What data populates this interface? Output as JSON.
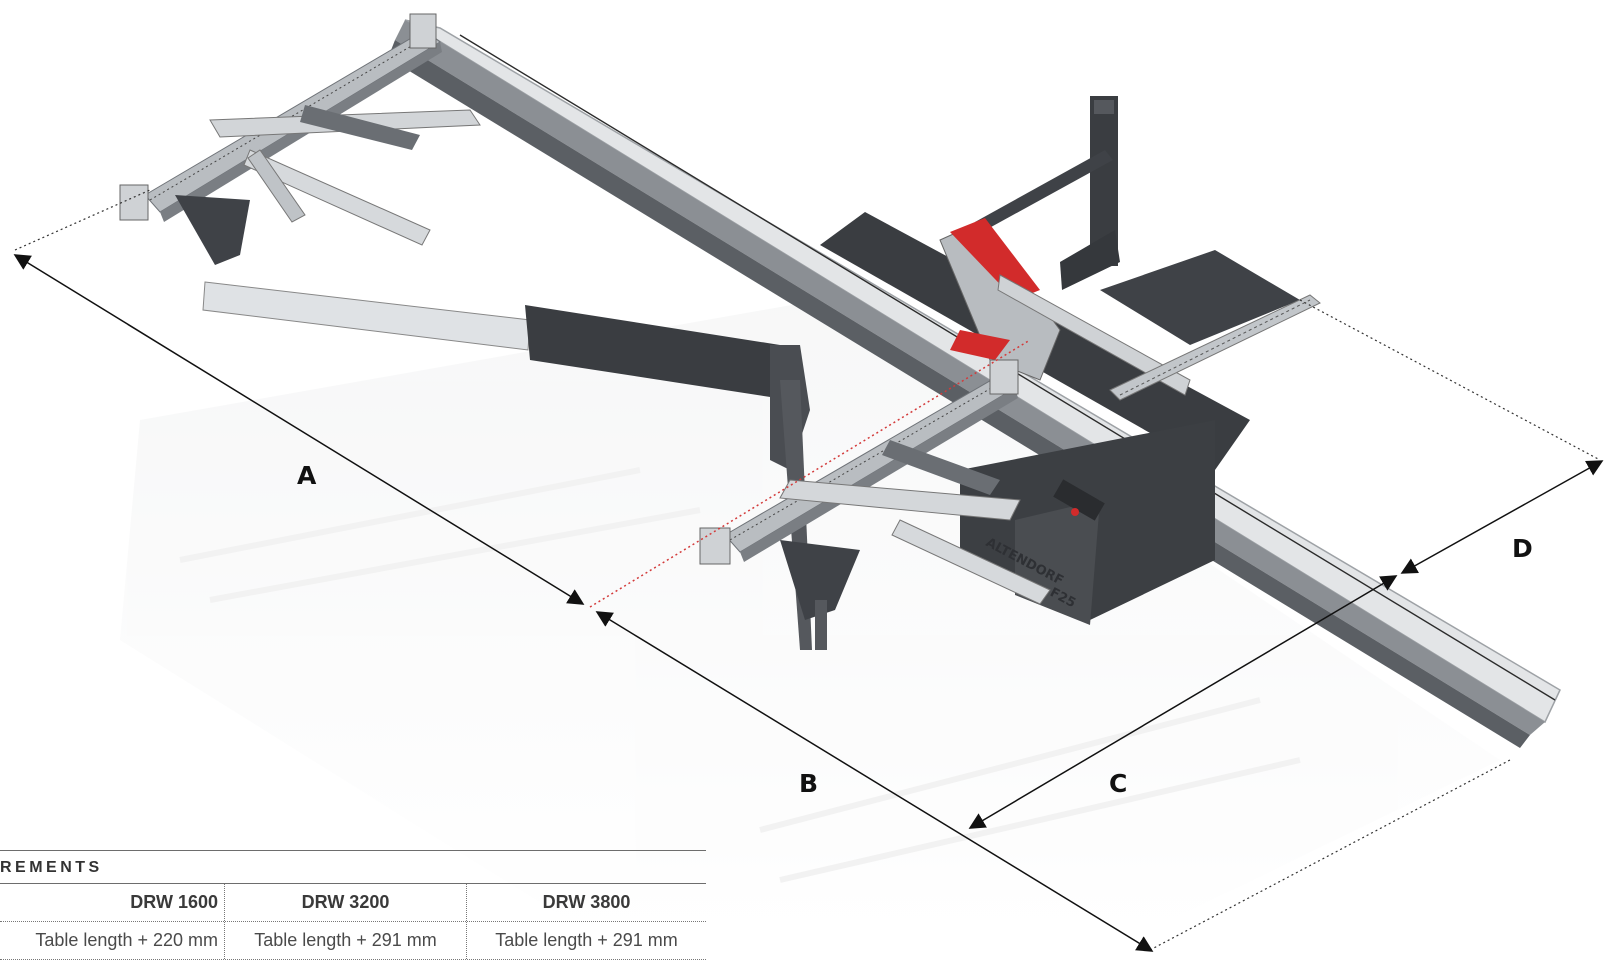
{
  "diagram": {
    "labels": {
      "a": "A",
      "b": "B",
      "c": "C",
      "d": "D"
    },
    "machine_brand": "ALTENDORF",
    "machine_model": "F25",
    "colors": {
      "frame_dark": "#3a3d41",
      "aluminium": "#c9ccd0",
      "blade_guard_red": "#d22b2b",
      "dimension_line": "#111111",
      "reference_line_red": "#d33a3a"
    }
  },
  "requirements_table": {
    "heading": "REMENTS",
    "columns": [
      "DRW 1600",
      "DRW 3200",
      "DRW 3800"
    ],
    "rows": [
      [
        "Table length + 220 mm",
        "Table length + 291 mm",
        "Table length + 291 mm"
      ]
    ]
  }
}
